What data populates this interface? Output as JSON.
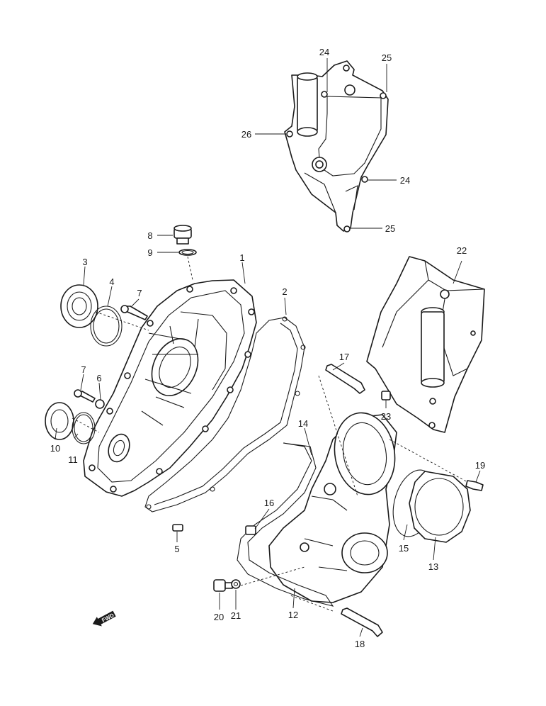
{
  "callouts": {
    "c1": "1",
    "c2": "2",
    "c3": "3",
    "c4": "4",
    "c5": "5",
    "c6": "6",
    "c7a": "7",
    "c7b": "7",
    "c8": "8",
    "c9": "9",
    "c10": "10",
    "c11": "11",
    "c12": "12",
    "c13": "13",
    "c14": "14",
    "c15": "15",
    "c16": "16",
    "c17": "17",
    "c18": "18",
    "c19": "19",
    "c20": "20",
    "c21": "21",
    "c22": "22",
    "c23": "23",
    "c24a": "24",
    "c24b": "24",
    "c25a": "25",
    "c25b": "25",
    "c26": "26"
  },
  "fwd_badge": "FWD"
}
